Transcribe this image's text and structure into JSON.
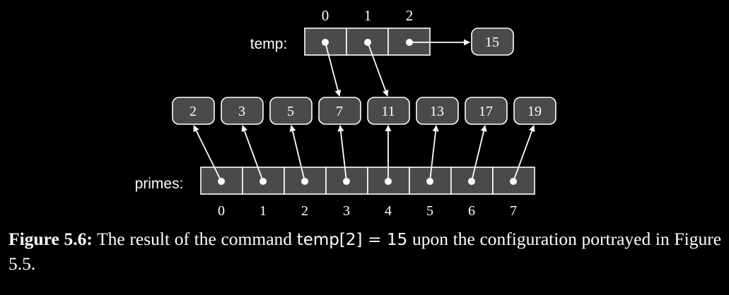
{
  "temp": {
    "label": "temp:",
    "indices": [
      "0",
      "1",
      "2"
    ],
    "extra_value": "15"
  },
  "primes": {
    "label": "primes:",
    "indices": [
      "0",
      "1",
      "2",
      "3",
      "4",
      "5",
      "6",
      "7"
    ],
    "values": [
      "2",
      "3",
      "5",
      "7",
      "11",
      "13",
      "17",
      "19"
    ]
  },
  "caption": {
    "figure_label": "Figure 5.6:",
    "text_before": "The result of the command",
    "code": "temp[2] = 15",
    "text_after": "upon the configuration portrayed in Figure 5.5."
  }
}
